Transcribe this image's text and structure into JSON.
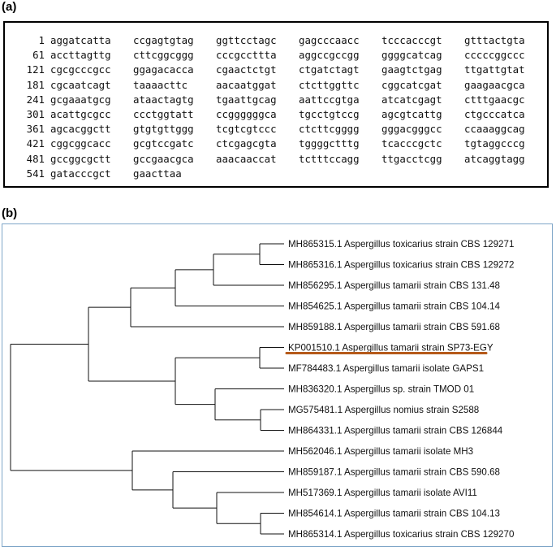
{
  "panels": {
    "a_label": "(a)",
    "b_label": "(b)"
  },
  "sequence": {
    "lines": [
      {
        "start": "1",
        "chunks": [
          "aggatcatta",
          "ccgagtgtag",
          "ggttcctagc",
          "gagcccaacc",
          "tcccacccgt",
          "gtttactgta"
        ]
      },
      {
        "start": "61",
        "chunks": [
          "accttagttg",
          "cttcggcggg",
          "cccgccttta",
          "aggccgccgg",
          "ggggcatcag",
          "cccccggccc"
        ]
      },
      {
        "start": "121",
        "chunks": [
          "cgcgcccgcc",
          "ggagacacca",
          "cgaactctgt",
          "ctgatctagt",
          "gaagtctgag",
          "ttgattgtat"
        ]
      },
      {
        "start": "181",
        "chunks": [
          "cgcaatcagt",
          "taaaacttc",
          "aacaatggat",
          "ctcttggttc",
          "cggcatcgat",
          "gaagaacgca"
        ]
      },
      {
        "start": "241",
        "chunks": [
          "gcgaaatgcg",
          "ataactagtg",
          "tgaattgcag",
          "aattccgtga",
          "atcatcgagt",
          "ctttgaacgc"
        ]
      },
      {
        "start": "301",
        "chunks": [
          "acattgcgcc",
          "ccctggtatt",
          "ccggggggca",
          "tgcctgtccg",
          "agcgtcattg",
          "ctgcccatca"
        ]
      },
      {
        "start": "361",
        "chunks": [
          "agcacggctt",
          "gtgtgttggg",
          "tcgtcgtccc",
          "ctcttcgggg",
          "gggacgggcc",
          "ccaaaggcag"
        ]
      },
      {
        "start": "421",
        "chunks": [
          "cggcggcacc",
          "gcgtccgatc",
          "ctcgagcgta",
          "tggggctttg",
          "tcacccgctc",
          "tgtaggcccg"
        ]
      },
      {
        "start": "481",
        "chunks": [
          "gccggcgctt",
          "gccgaacgca",
          "aaacaaccat",
          "tctttccagg",
          "ttgacctcgg",
          "atcaggtagg"
        ]
      },
      {
        "start": "541",
        "chunks": [
          "gatacccgct",
          "gaacttaa"
        ]
      }
    ]
  },
  "tree": {
    "leaves": [
      "MH865315.1 Aspergillus toxicarius strain CBS 129271",
      "MH865316.1 Aspergillus toxicarius strain CBS 129272",
      "MH856295.1 Aspergillus tamarii strain CBS 131.48",
      "MH854625.1 Aspergillus tamarii strain CBS 104.14",
      "MH859188.1 Aspergillus tamarii strain CBS 591.68",
      "KP001510.1 Aspergillus tamarii strain SP73-EGY",
      "MF784483.1 Aspergillus tamarii isolate GAPS1",
      "MH836320.1 Aspergillus sp. strain TMOD 01",
      "MG575481.1 Aspergillus nomius strain S2588",
      "MH864331.1 Aspergillus tamarii strain CBS 126844",
      "MH562046.1 Aspergillus tamarii isolate MH3",
      "MH859187.1 Aspergillus tamarii strain CBS 590.68",
      "MH517369.1 Aspergillus tamarii isolate AVI11",
      "MH854614.1 Aspergillus tamarii strain CBS 104.13",
      "MH865314.1 Aspergillus toxicarius strain CBS 129270"
    ],
    "highlighted_leaf": "KP001510.1 Aspergillus tamarii strain SP73-EGY",
    "highlight_color": "#b55a1a",
    "border_color": "#7fa6c8"
  }
}
